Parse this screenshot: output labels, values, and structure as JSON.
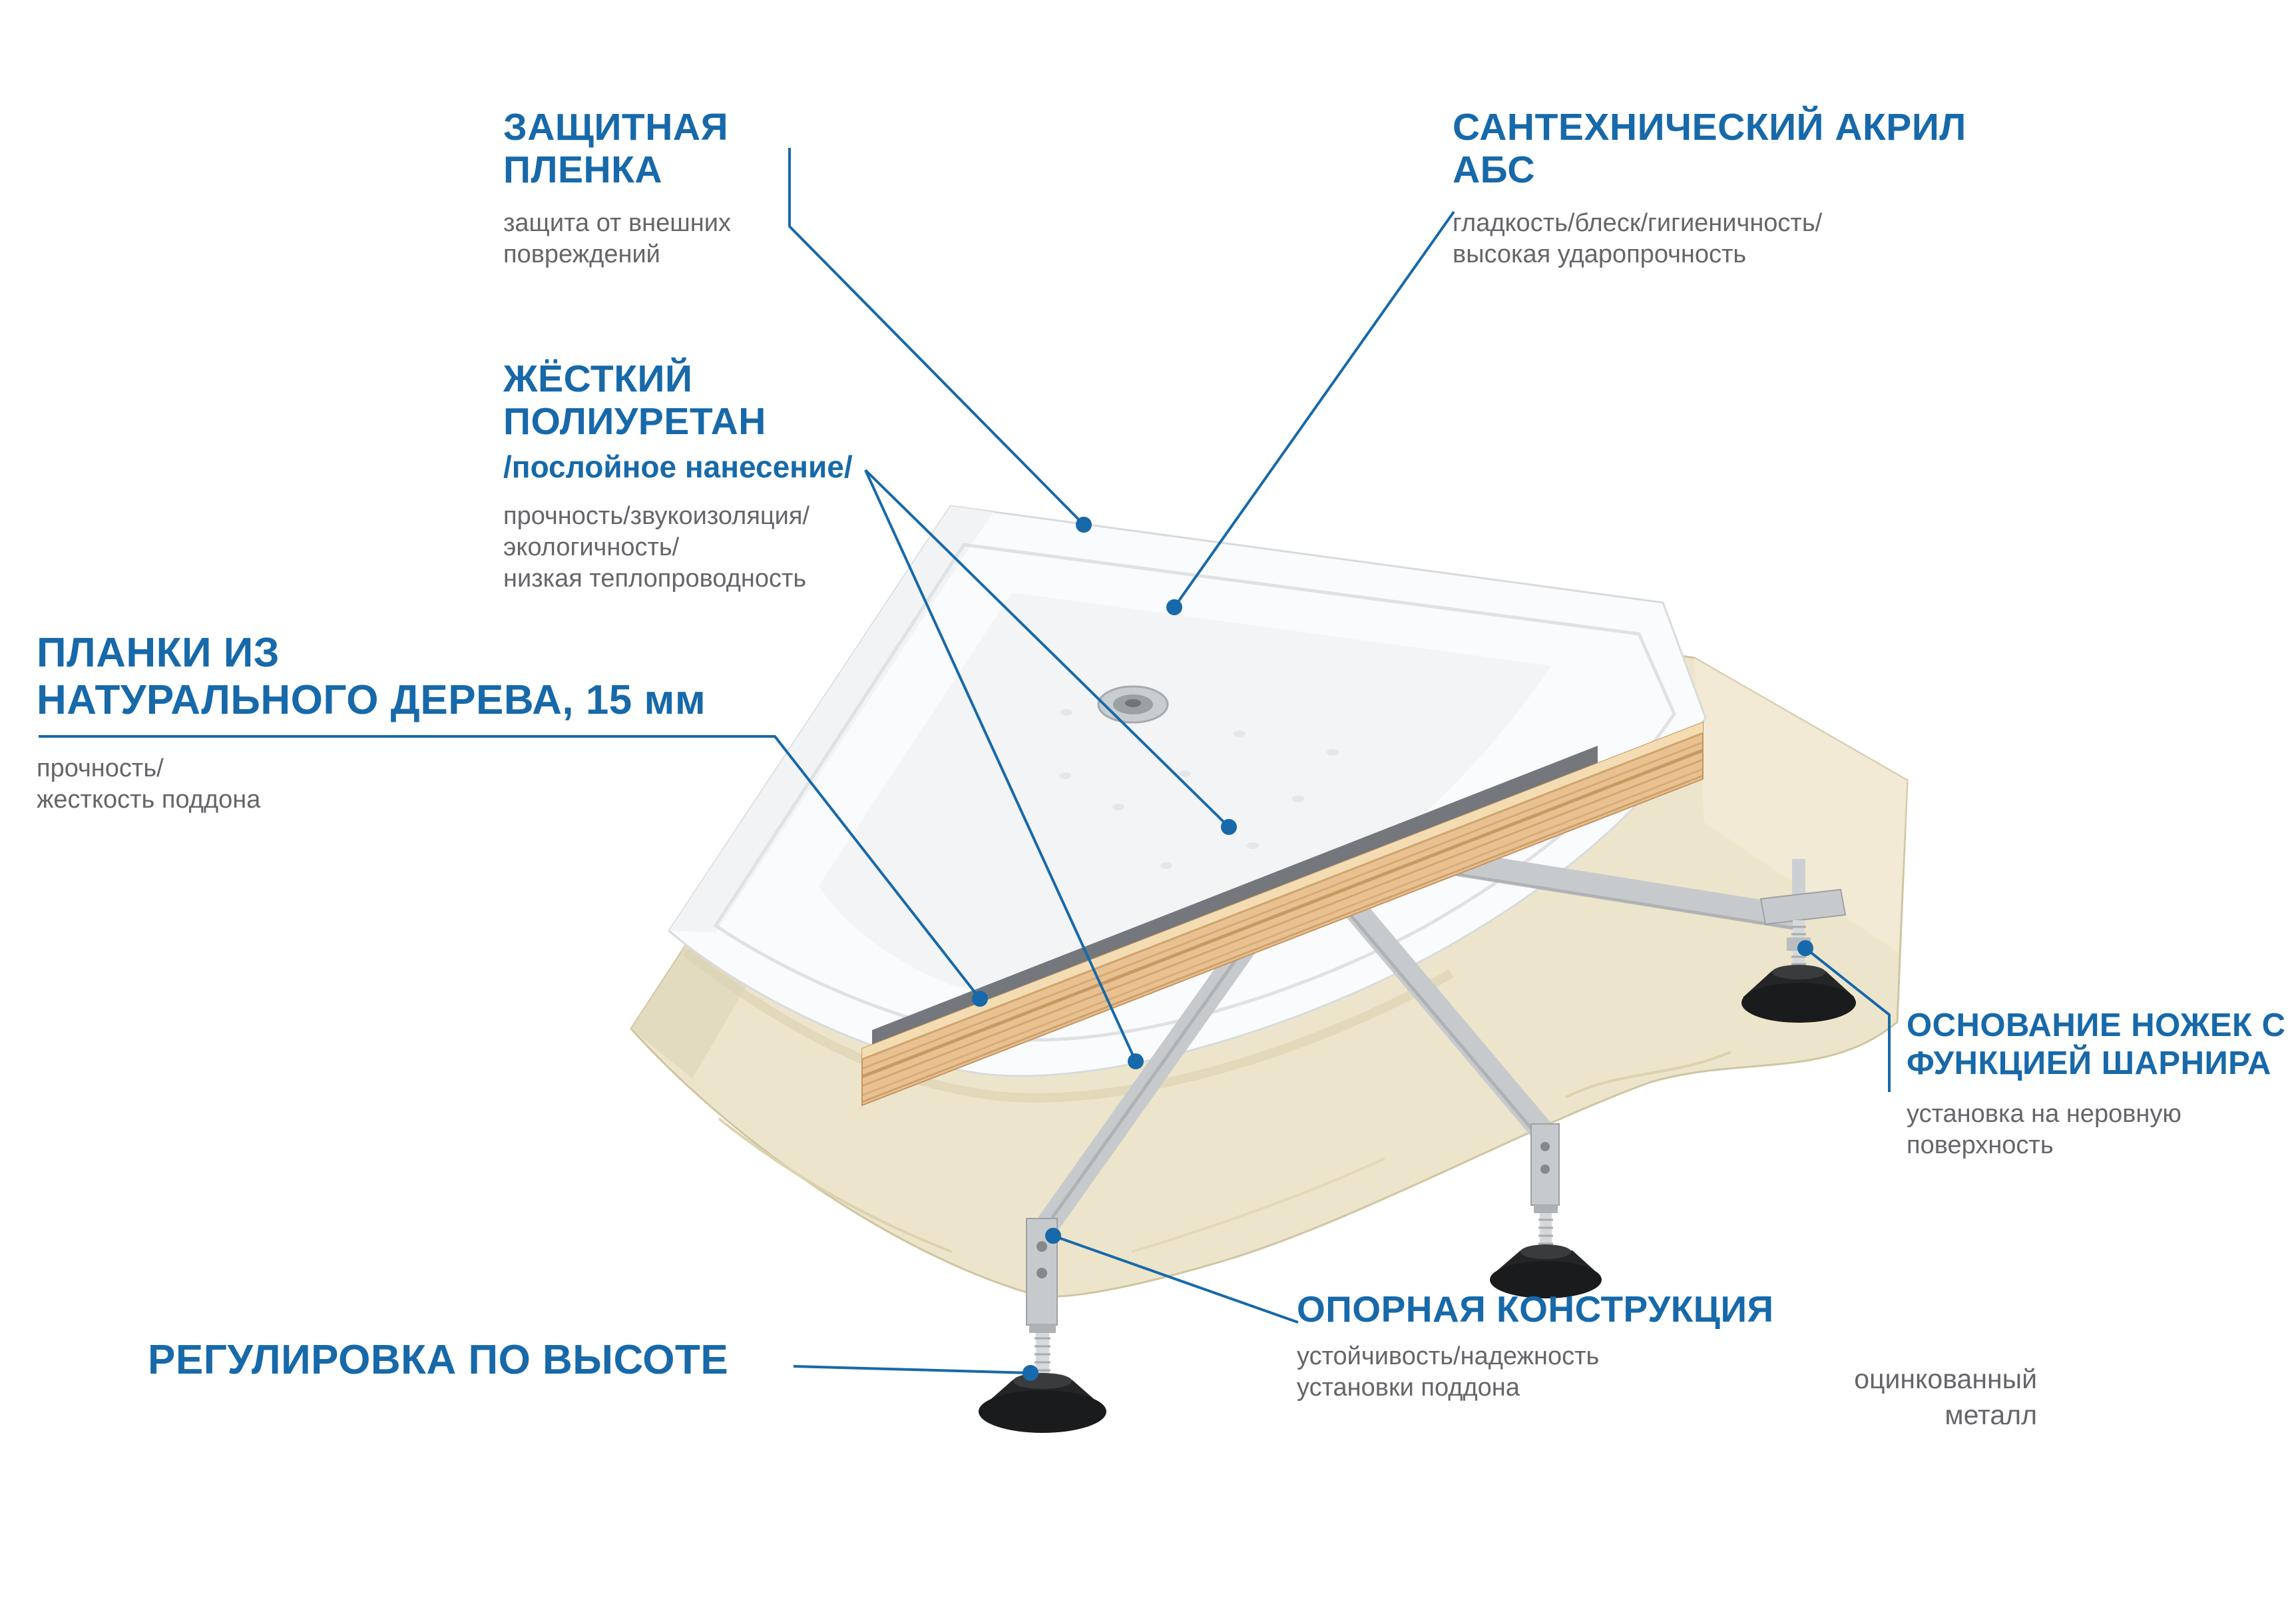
{
  "colors": {
    "accent": "#1769A9",
    "muted": "#64666A",
    "foam": "#EDE5CB",
    "tray": "#FAFBFC",
    "wood": "#E9C191",
    "wood_grain": "#C79A63",
    "metal": "#C7CACD",
    "foot": "#1A1B1C"
  },
  "labels": {
    "protective_film": {
      "title": "ЗАЩИТНАЯ\nПЛЕНКА",
      "desc": "защита от внешних\nповреждений"
    },
    "sanitary_acrylic": {
      "title": "САНТЕХНИЧЕСКИЙ АКРИЛ\nАБС",
      "desc": "гладкость/блеск/гигиеничность/\nвысокая ударопрочность"
    },
    "polyurethane": {
      "title": "ЖЁСТКИЙ\nПОЛИУРЕТАН",
      "subtitle": "/послойное нанесение/",
      "desc": "прочность/звукоизоляция/\nэкологичность/\nнизкая теплопроводность"
    },
    "wood_planks": {
      "title": "ПЛАНКИ ИЗ\nНАТУРАЛЬНОГО ДЕРЕВА, 15 мм",
      "desc": "прочность/\nжесткость поддона"
    },
    "hinge_feet": {
      "title": "ОСНОВАНИЕ НОЖЕК С\nФУНКЦИЕЙ ШАРНИРА",
      "desc": "установка на неровную\nповерхность"
    },
    "support_frame": {
      "title": "ОПОРНАЯ КОНСТРУКЦИЯ",
      "desc": "устойчивость/надежность\nустановки поддона",
      "note": "оцинкованный\nметалл"
    },
    "height_adjust": {
      "title": "РЕГУЛИРОВКА ПО ВЫСОТЕ"
    }
  }
}
